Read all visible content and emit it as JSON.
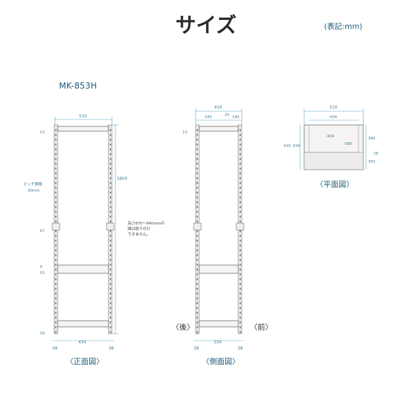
{
  "page": {
    "title": "サイズ",
    "unit_note": "(表記:mm)",
    "model": "MK-853H"
  },
  "front_view": {
    "caption": "〈正面図〉",
    "width_top": "510",
    "height_total": "1800",
    "top_offset": "13",
    "pitch_label_1": "ピッチ間隔",
    "pitch_label_2": "30mm",
    "mid_gap": "67",
    "gap_9": "9",
    "gap_55": "55",
    "bottom_16": "16",
    "note_1": "高さ870〜940mmの",
    "note_2": "間は取り付け",
    "note_3": "できません。",
    "bottom_left": "38",
    "bottom_mid": "434",
    "bottom_right": "38"
  },
  "side_view": {
    "caption": "〈側面図〉",
    "width_top": "410",
    "sub_245": "245",
    "sub_25": "25",
    "sub_140": "140",
    "top_offset": "13",
    "back_label": "〈後〉",
    "front_label": "〈前〉",
    "bottom_left": "38",
    "bottom_mid": "334",
    "bottom_right": "38"
  },
  "plan_view": {
    "caption": "〈平面図〉",
    "width_outer": "510",
    "width_inner": "434",
    "depth_outer": "410",
    "depth_inner": "334",
    "inner_404": "404",
    "inner_580": "580",
    "right_260": "260",
    "right_26": "26",
    "right_350": "350"
  },
  "colors": {
    "accent": "#1c5a7a",
    "dim_line": "#5aa0c0"
  }
}
